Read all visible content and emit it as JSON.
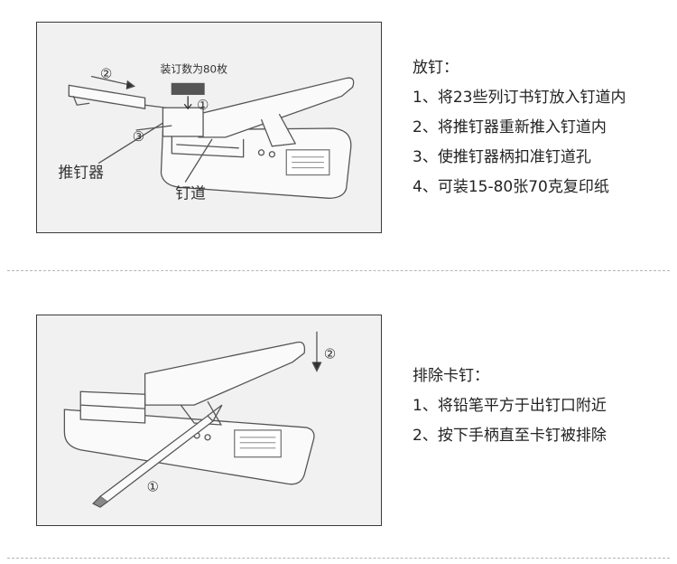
{
  "section1": {
    "heading": "放钉：",
    "steps": [
      "1、将23些列订书钉放入钉道内",
      "2、将推钉器重新推入钉道内",
      "3、使推钉器柄扣准钉道孔",
      "4、可装15-80张70克复印纸"
    ],
    "figure": {
      "caption_count": "装订数为80枚",
      "label_pusher": "推钉器",
      "label_channel": "钉道",
      "marker_1": "①",
      "marker_2": "②",
      "marker_3": "③"
    }
  },
  "section2": {
    "heading": "排除卡钉：",
    "steps": [
      "1、将铅笔平方于出钉口附近",
      "2、按下手柄直至卡钉被排除"
    ],
    "figure": {
      "marker_1": "①",
      "marker_2": "②"
    }
  }
}
